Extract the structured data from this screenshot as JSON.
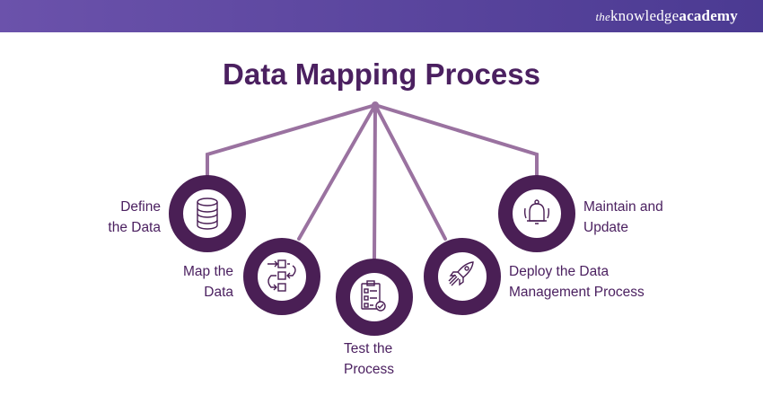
{
  "header": {
    "logo_prefix": "the",
    "logo_knowledge": "knowledge",
    "logo_academy": "academy"
  },
  "title": "Data Mapping Process",
  "colors": {
    "ring": "#4a1f55",
    "connector": "#9a72a0",
    "text": "#4b2060",
    "header": "#5a45a0"
  },
  "steps": [
    {
      "line1": "Define",
      "line2": "the Data",
      "icon": "database-icon"
    },
    {
      "line1": "Map the",
      "line2": "Data",
      "icon": "flowchart-icon"
    },
    {
      "line1": "Test the",
      "line2": "Process",
      "icon": "checklist-icon"
    },
    {
      "line1": "Deploy the Data",
      "line2": "Management Process",
      "icon": "rocket-icon"
    },
    {
      "line1": "Maintain and",
      "line2": "Update",
      "icon": "bell-icon"
    }
  ]
}
